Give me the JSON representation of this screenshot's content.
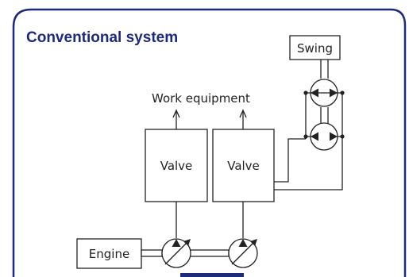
{
  "title": "Conventional system",
  "labels": {
    "swing": "Swing",
    "work_equipment": "Work equipment",
    "valve_left": "Valve",
    "valve_right": "Valve",
    "engine": "Engine"
  },
  "colors": {
    "panel_border": "#1f2a7a",
    "title": "#1f2a7a",
    "accent_bar": "#1f2a7a",
    "line": "#222222"
  },
  "icons": {
    "pump": "variable-displacement-pump-icon",
    "motor": "hydraulic-motor-icon"
  }
}
